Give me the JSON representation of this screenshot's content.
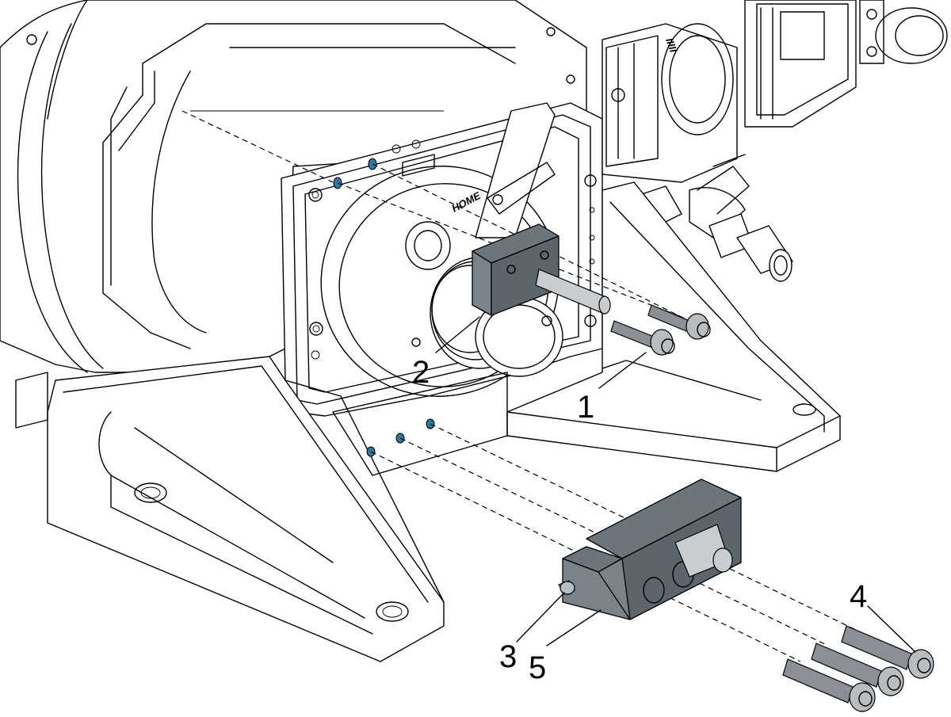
{
  "callouts": [
    {
      "id": "1",
      "text": "1"
    },
    {
      "id": "2",
      "text": "2"
    },
    {
      "id": "3",
      "text": "3"
    },
    {
      "id": "4",
      "text": "4"
    },
    {
      "id": "5",
      "text": "5"
    }
  ],
  "engraving": {
    "home": "HOME",
    "coupling_text": "IIIII"
  },
  "colors": {
    "part_gray": "#6d757c",
    "hole_blue": "#2a7aa0",
    "line": "#000000"
  }
}
